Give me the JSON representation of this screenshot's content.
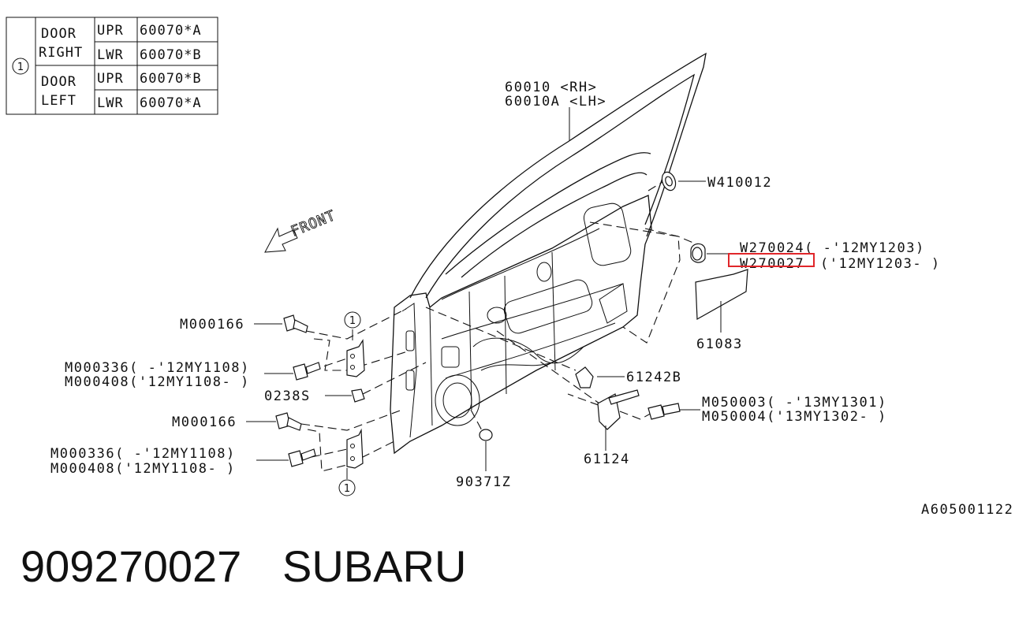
{
  "legend_table": {
    "marker": "1",
    "rows": [
      {
        "door_line1": "DOOR",
        "door_line2": "RIGHT",
        "pos": "UPR",
        "part": "60070*A"
      },
      {
        "pos": "LWR",
        "part": "60070*B"
      },
      {
        "door_line1": "DOOR",
        "door_line2": "LEFT",
        "pos": "UPR",
        "part": "60070*B"
      },
      {
        "pos": "LWR",
        "part": "60070*A"
      }
    ]
  },
  "front_label": "FRONT",
  "callouts": {
    "door_rh": "60010  <RH>",
    "door_lh": "60010A <LH>",
    "w410012": "W410012",
    "w270024": "W270024( -'12MY1203)",
    "w270027_code": "W270027",
    "w270027_rest": "('12MY1203- )",
    "p61083": "61083",
    "m000166_top": "M000166",
    "m000336_top": "M000336( -'12MY1108)",
    "m000408_top": "M000408('12MY1108- )",
    "p0238s": "0238S",
    "m000166_bot": "M000166",
    "m000336_bot": "M000336( -'12MY1108)",
    "m000408_bot": "M000408('12MY1108- )",
    "p61242b": "61242B",
    "m050003": "M050003( -'13MY1301)",
    "m050004": "M050004('13MY1302- )",
    "p61124": "61124",
    "p90371z": "90371Z",
    "hinge_marker_top": "1",
    "hinge_marker_bot": "1"
  },
  "figure_id": "A605001122",
  "caption": {
    "part_number": "909270027",
    "brand": "SUBARU"
  },
  "colors": {
    "highlight": "#e0262a",
    "ink": "#111111"
  }
}
